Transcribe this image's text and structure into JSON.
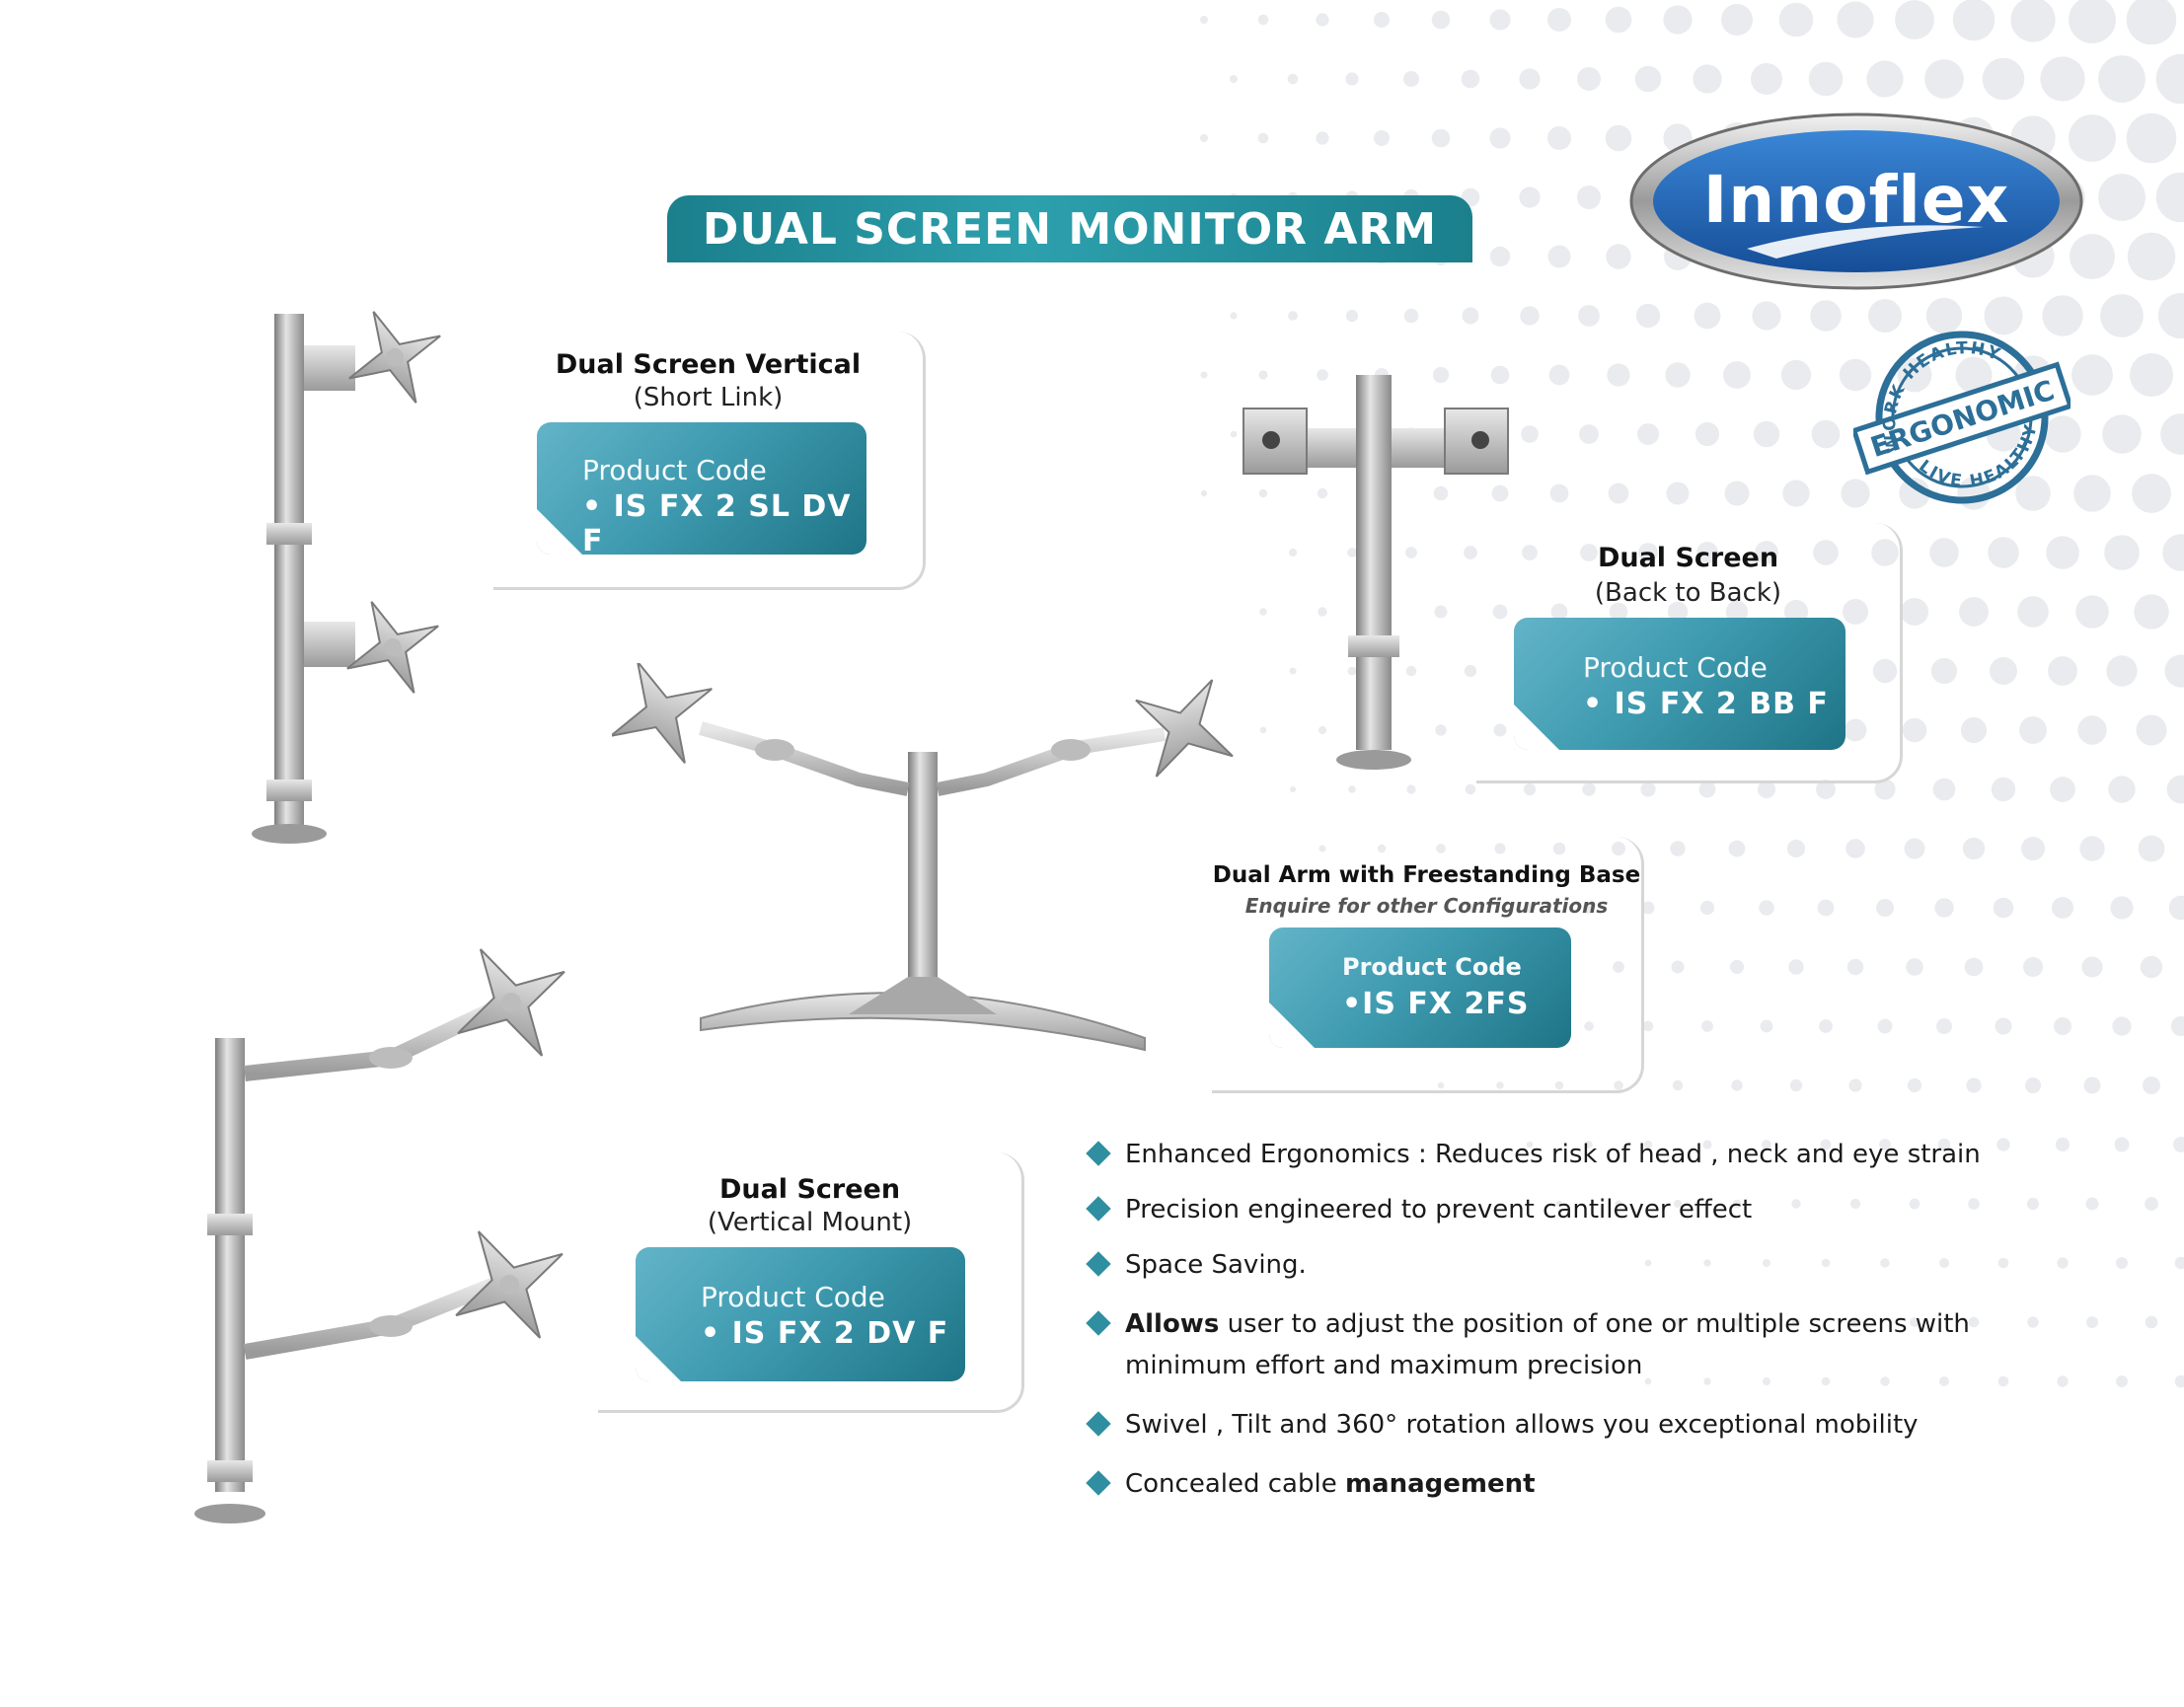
{
  "header": {
    "title": "DUAL SCREEN MONITOR ARM"
  },
  "brand": {
    "logo_text": "Innoflex",
    "stamp_top": "WORK HEALTHY",
    "stamp_center": "ERGONOMIC",
    "stamp_bottom": "LIVE HEALTHY",
    "colors": {
      "accent": "#2a93a5",
      "logo_blue": "#1f5fb0",
      "stamp": "#2c6f98"
    }
  },
  "products": [
    {
      "title": "Dual Screen Vertical",
      "subtitle": "(Short Link)",
      "code_label": "Product Code",
      "code": "• IS FX 2 SL DV F"
    },
    {
      "title": "Dual Screen",
      "subtitle": "(Back to Back)",
      "code_label": "Product Code",
      "code": "• IS FX 2 BB F"
    },
    {
      "title": "Dual Arm with Freestanding Base",
      "subtitle": "Enquire for other Configurations",
      "code_label": "Product Code",
      "code": "•IS FX 2FS"
    },
    {
      "title": "Dual Screen",
      "subtitle": "(Vertical Mount)",
      "code_label": "Product Code",
      "code": "• IS FX 2 DV F"
    }
  ],
  "features": [
    {
      "lead": "",
      "text": "Enhanced Ergonomics : Reduces risk of head , neck and eye strain",
      "tail": ""
    },
    {
      "lead": "",
      "text": "Precision engineered to prevent cantilever effect",
      "tail": ""
    },
    {
      "lead": "",
      "text": "Space Saving.",
      "tail": ""
    },
    {
      "lead": "Allows",
      "text": " user to adjust the position of one or multiple screens with",
      "tail": ""
    },
    {
      "lead": "",
      "text": "minimum effort and maximum precision",
      "tail": ""
    },
    {
      "lead": "",
      "text": "Swivel , Tilt and 360° rotation allows you exceptional mobility",
      "tail": ""
    },
    {
      "lead": "",
      "text": "Concealed cable ",
      "tail": "management"
    }
  ]
}
